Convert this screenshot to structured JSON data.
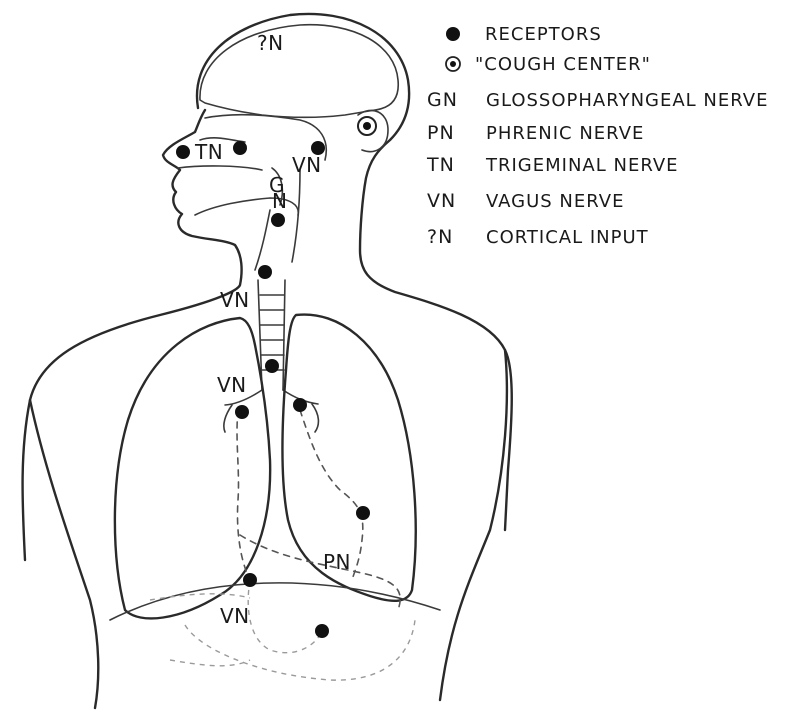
{
  "figure": {
    "labels": {
      "cortical": "?N",
      "trigeminal": "TN",
      "vagus_head": "VN",
      "glosso_g": "G",
      "glosso_n": "N",
      "vagus_larynx": "VN",
      "vagus_bronchi": "VN",
      "phrenic": "PN",
      "vagus_abdomen": "VN"
    },
    "legend": {
      "items": [
        {
          "symbol": "receptor-dot",
          "abbr": "",
          "text": "RECEPTORS"
        },
        {
          "symbol": "cough-center-dot",
          "abbr": "",
          "text": "\"COUGH CENTER\""
        },
        {
          "symbol": "",
          "abbr": "GN",
          "text": "GLOSSOPHARYNGEAL NERVE"
        },
        {
          "symbol": "",
          "abbr": "PN",
          "text": "PHRENIC NERVE"
        },
        {
          "symbol": "",
          "abbr": "TN",
          "text": "TRIGEMINAL NERVE"
        },
        {
          "symbol": "",
          "abbr": "VN",
          "text": "VAGUS NERVE"
        },
        {
          "symbol": "",
          "abbr": "?N",
          "text": "CORTICAL INPUT"
        }
      ]
    },
    "colors": {
      "ink": "#111111",
      "background": "#ffffff"
    }
  }
}
